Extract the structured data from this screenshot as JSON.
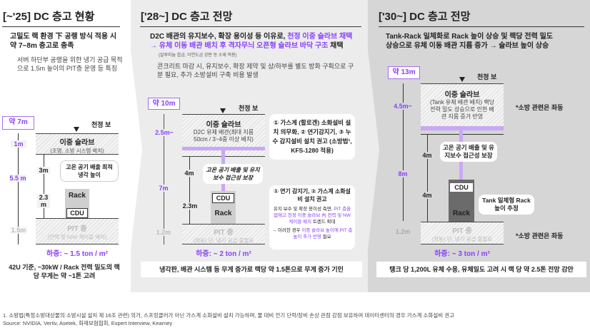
{
  "colors": {
    "accent": "#8a3ffc",
    "panel2": "#ececec",
    "panel3": "#d6d6d6"
  },
  "panels": [
    {
      "title": "[~'25] DC 층고 현황",
      "bullet1": "고밀도 랙 환경 下 공랭 방식 적용 시 약 7~8m 층고로 충족",
      "bullet2": "서버 하단부 공랭을 위한 냉기 공급 목적으로 1.5m 높이의 PIT층 운영 등 특징",
      "height_badge": "약 7m",
      "beam": "천정 보",
      "slab_title": "이중 슬라브",
      "slab_sub": "(조명, 소방 시스템 배치)",
      "dims": {
        "top": "1m",
        "total": "5.5 m",
        "mid": "3m",
        "rack": "2.3 m",
        "pit": "1.5m"
      },
      "callout": "고온 공기 배출 최적 냉각 높이",
      "rack": "Rack",
      "cdu": "CDU",
      "pit_title": "PIT 층",
      "pit_sub": "(전력 및 N/W 케이블 배치)",
      "load": "하중: ~ 1.5 ton / m²",
      "footer": "42U 기준, ~30kW / Rack 전력 밀도의 랙 당 무게는 약 ~1톤 고려"
    },
    {
      "title": "['28~] DC 층고 전망",
      "bullet1a": "D2C 배관의 유지보수, 확장 용이성 등 이유로, ",
      "bullet1b": "천정 이중 슬라브 채택",
      "bullet1c": "→ 유체 이동 배관 배치 후 격자무늬 오픈형 슬라브 바닥 구조",
      "bullet1d": " 채택",
      "note": "(알루미늄 합금, 아연도금 강판 등 소재 적용)",
      "bullet2": "콘크리트 마감 시, 유지보수, 확장 제약 및 상/하부를 별도 방화 구획으로 구분 필요, 추가 소방설비 구축 비용 발생",
      "height_badge": "약 10m",
      "beam": "천정 보",
      "slab_title": "이중 슬라브",
      "slab_sub": "D2C 유체 배관(최대 지름 50cm / 3~4중 이상 배치)",
      "dims": {
        "top": "2.5m~",
        "total": "7m",
        "mid": "4m",
        "rack": "2.3m",
        "pit": "1.2m"
      },
      "callout": "고온 공기 배출 및 유지보수 접근성 보장",
      "rack": "Rack",
      "cdu": "CDU",
      "pit_title": "PIT 층",
      "pit_sub": "(좌동) 단, 냉기 공급 불필요",
      "callout_top": "① 가스계 (할로겐) 소화설비 설치 의무화, ② 연기감지기, ③ 누수 감지설비 설치 권고 (소방법¹, KFS-1280 적용)",
      "callout_bot_title": "① 연기 감지기, ② 가스계 소화설비 설치 권고",
      "callout_bot_1a": "유지 보수 및 확장 용이성 측면, ",
      "callout_bot_1b": "PIT 층을 없애고 천정 이중 슬라브 內 전력 및 NW 케이블 배치",
      "callout_bot_1c": " 트렌드 확대",
      "callout_bot_2a": "→ 이러한 경우 ",
      "callout_bot_2b": "이중 슬라브 높이에 PIT 층 높이 추가 반영",
      "callout_bot_2c": " 필요",
      "load": "하중: ~ 2 ton / m²",
      "footer": "냉각판, 배관 시스템 등 무게 증가로 랙당 약 1.5톤으로 무게 증가 기인"
    },
    {
      "title": "['30~] DC 층고 전망",
      "bullet1": "Tank-Rack 일체화로 Rack 높이 상승 및 랙당 전력 밀도 상승으로 유체 이동 배관 지름 증가 → 슬라브 높이 상승",
      "height_badge": "약 13m",
      "beam": "천정 보",
      "slab_title": "이중 슬라브",
      "slab_sub": "(Tank 유체 배관 배치) 랙당 전력 밀도 상승으로 인한 배관 지름 증가 반영",
      "dims": {
        "top": "4.5m~",
        "total": "8m",
        "mid": "4m",
        "rack": "4m",
        "pit": "1.2m"
      },
      "callout": "고온 공기 배출 및 유지보수 접근성 보장",
      "callout_rack": "Tank 일체형 Rack 높이 추정",
      "rack": "Rack",
      "cdu": "CDU",
      "pit_title": "PIT 층",
      "pit_sub": "(좌동) 단, 냉기 공급 불필요",
      "side_note": "*소방 관련은 좌동",
      "load": "하중: ~ 3 ton / m²",
      "footer": "탱크 당 1,200L 유체 수용, 유체밀도 고려 시 랙 당 약 2.5톤 전망 감안"
    }
  ],
  "footnote": "1. 소방법(특정소방대상물의 소방시설 설치 제 16조 관련) 의거, 스프링클러가 아닌 가스계 소화설비 설치 가능하며, 물 대비 전기 단락/장비 손상 관점 강점 보유하여 데이터센터의 경우 가스계 소화설비 권고",
  "source": "Source: NVIDIA, Vertiv, Asetek, 화재보험협회, Expert Interview, Kearney"
}
